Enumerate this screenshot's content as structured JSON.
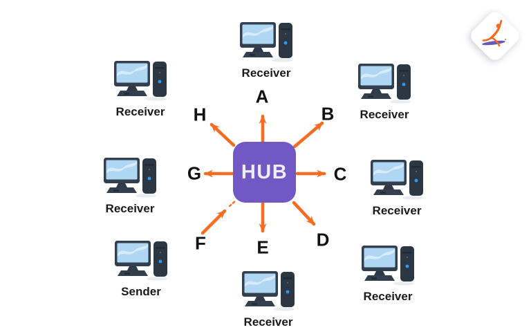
{
  "title": "Hub broadcast star topology diagram",
  "hub": {
    "label": "HUB"
  },
  "colors": {
    "hub_purple": "#7158C4",
    "arrow_orange": "#F66C23",
    "label_black": "#1A1A1A",
    "monitor_dark": "#333F4F",
    "screen_blue": "#AFD7F3",
    "led_blue": "#2F9BF0",
    "logo_orange": "#F26B21",
    "logo_purple": "#6A58B5"
  },
  "ports": [
    {
      "letter": "A",
      "direction": "up",
      "flow": "hub-to-device"
    },
    {
      "letter": "B",
      "direction": "up-right",
      "flow": "hub-to-device"
    },
    {
      "letter": "C",
      "direction": "right",
      "flow": "hub-to-device"
    },
    {
      "letter": "D",
      "direction": "down-right",
      "flow": "hub-to-device"
    },
    {
      "letter": "E",
      "direction": "down",
      "flow": "hub-to-device"
    },
    {
      "letter": "F",
      "direction": "down-left",
      "flow": "device-to-hub"
    },
    {
      "letter": "G",
      "direction": "left",
      "flow": "hub-to-device"
    },
    {
      "letter": "H",
      "direction": "up-left",
      "flow": "hub-to-device"
    }
  ],
  "nodes": [
    {
      "position": "top",
      "label": "Receiver"
    },
    {
      "position": "top-left",
      "label": "Receiver"
    },
    {
      "position": "top-right",
      "label": "Receiver"
    },
    {
      "position": "middle-left",
      "label": "Receiver"
    },
    {
      "position": "middle-right",
      "label": "Receiver"
    },
    {
      "position": "bottom-left",
      "label": "Sender"
    },
    {
      "position": "bottom-center",
      "label": "Receiver"
    },
    {
      "position": "bottom-right",
      "label": "Receiver"
    }
  ],
  "logo": {
    "name": "brand-mark"
  }
}
